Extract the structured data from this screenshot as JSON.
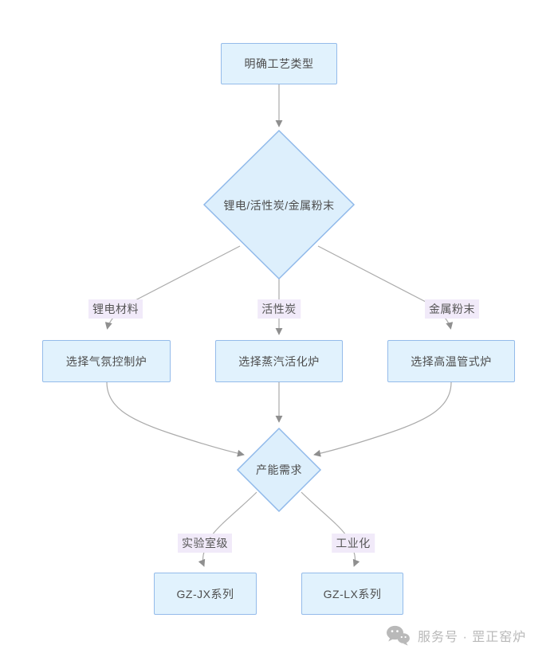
{
  "flowchart": {
    "start": "明确工艺类型",
    "decision_process": "锂电/活性炭/金属粉末",
    "branch_lithium_label": "锂电材料",
    "branch_carbon_label": "活性炭",
    "branch_metal_label": "金属粉末",
    "node_atmosphere": "选择气氛控制炉",
    "node_steam": "选择蒸汽活化炉",
    "node_tube": "选择高温管式炉",
    "decision_capacity": "产能需求",
    "branch_lab_label": "实验室级",
    "branch_industrial_label": "工业化",
    "node_jx": "GZ-JX系列",
    "node_lx": "GZ-LX系列"
  },
  "watermark": {
    "icon": "wechat-icon",
    "text": "服务号 · 罡正窑炉"
  },
  "colors": {
    "node_fill": "#e1f2fd",
    "node_border": "#94bbea",
    "diamond_fill": "#ddeffc",
    "diamond_border": "#90b9ea",
    "edge_line": "#aaaaaa",
    "arrowhead": "#8f8f8f",
    "edge_label_bg": "#f1eaf9",
    "text": "#4d4d4d",
    "watermark": "#b9b9b9"
  }
}
